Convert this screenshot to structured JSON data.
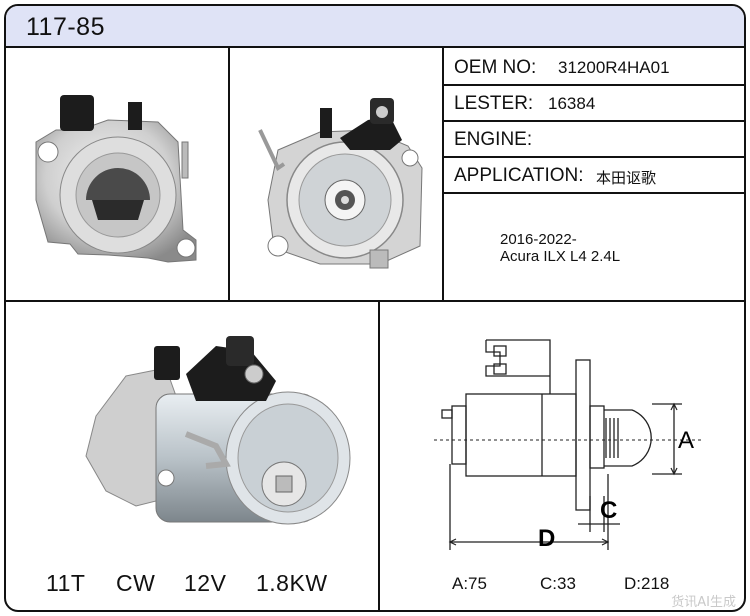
{
  "part_number": "117-85",
  "specs": {
    "oem_label": "OEM NO:",
    "oem_value": "31200R4HA01",
    "lester_label": "LESTER:",
    "lester_value": "16384",
    "engine_label": "ENGINE:",
    "engine_value": "",
    "application_label": "APPLICATION:",
    "application_value": "本田讴歌",
    "application_years": "2016-2022-",
    "application_model": "Acura ILX L4 2.4L"
  },
  "electrical": {
    "teeth": "11T",
    "rotation": "CW",
    "voltage": "12V",
    "power": "1.8KW"
  },
  "dimensions": {
    "a_label": "A",
    "c_label": "C",
    "d_label": "D",
    "a_value": "A:75",
    "c_value": "C:33",
    "d_value": "D:218"
  },
  "watermark": "货讯AI生成",
  "colors": {
    "header_bg": "#dfe3f6",
    "border": "#111111"
  }
}
